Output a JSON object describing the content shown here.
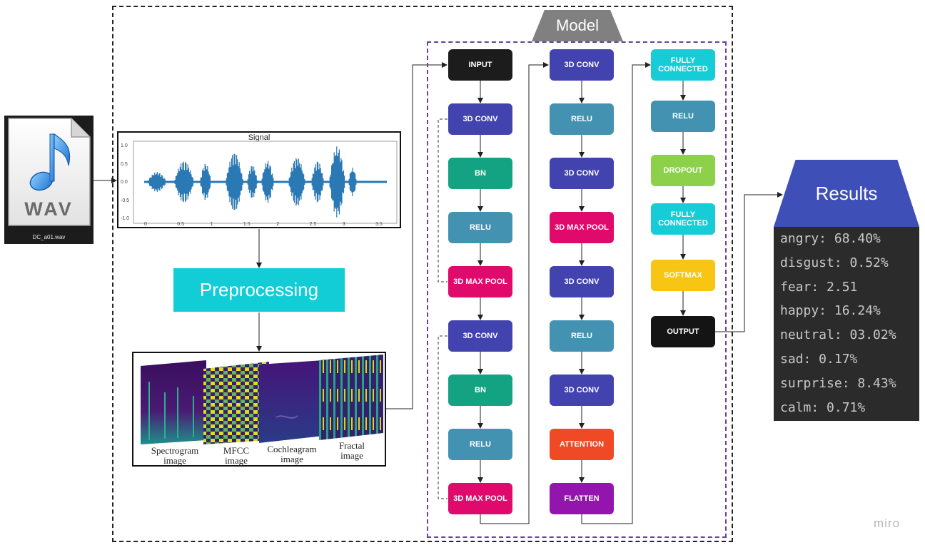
{
  "colors": {
    "conv": "#4343b0",
    "bn": "#14a382",
    "relu": "#4492b2",
    "maxpool": "#df0a6c",
    "input": "#1c1c1c",
    "fc": "#16ccd6",
    "dropout": "#8dd14a",
    "softmax": "#f8c515",
    "attention": "#ef4a25",
    "flatten": "#9414ae",
    "output": "#141414",
    "preprocessing": "#13cdd6",
    "results": "#3f4fb8"
  },
  "file": {
    "format": "WAV",
    "name": "DC_a01.wav",
    "icon": "music-note-icon"
  },
  "signal_plot": {
    "title": "Signal",
    "yticks": [
      "1.0",
      "0.5",
      "0.0",
      "-0.5",
      "-1.0"
    ],
    "xticks": [
      "0",
      "0.5",
      "1",
      "1.5",
      "2",
      "2.5",
      "3",
      "3.5"
    ]
  },
  "preprocessing": {
    "label": "Preprocessing"
  },
  "feature_images": [
    {
      "caption_line1": "Spectrogram",
      "caption_line2": "image"
    },
    {
      "caption_line1": "MFCC",
      "caption_line2": "image"
    },
    {
      "caption_line1": "Cochleagram",
      "caption_line2": "image"
    },
    {
      "caption_line1": "Fractal",
      "caption_line2": "image"
    }
  ],
  "model": {
    "title": "Model",
    "column1": [
      {
        "label": "INPUT",
        "kind": "input"
      },
      {
        "label": "3D CONV",
        "kind": "conv"
      },
      {
        "label": "BN",
        "kind": "bn"
      },
      {
        "label": "RELU",
        "kind": "relu"
      },
      {
        "label": "3D MAX POOL",
        "kind": "maxpool"
      },
      {
        "label": "3D CONV",
        "kind": "conv"
      },
      {
        "label": "BN",
        "kind": "bn"
      },
      {
        "label": "RELU",
        "kind": "relu"
      },
      {
        "label": "3D MAX POOL",
        "kind": "maxpool"
      }
    ],
    "column2": [
      {
        "label": "3D CONV",
        "kind": "conv"
      },
      {
        "label": "RELU",
        "kind": "relu"
      },
      {
        "label": "3D CONV",
        "kind": "conv"
      },
      {
        "label": "3D MAX POOL",
        "kind": "maxpool"
      },
      {
        "label": "3D CONV",
        "kind": "conv"
      },
      {
        "label": "RELU",
        "kind": "relu"
      },
      {
        "label": "3D CONV",
        "kind": "conv"
      },
      {
        "label": "ATTENTION",
        "kind": "attention"
      },
      {
        "label": "FLATTEN",
        "kind": "flatten"
      }
    ],
    "column3": [
      {
        "label": "FULLY CONNECTED",
        "kind": "fc"
      },
      {
        "label": "RELU",
        "kind": "relu"
      },
      {
        "label": "DROPOUT",
        "kind": "dropout"
      },
      {
        "label": "FULLY CONNECTED",
        "kind": "fc"
      },
      {
        "label": "SOFTMAX",
        "kind": "softmax"
      },
      {
        "label": "OUTPUT",
        "kind": "output"
      }
    ]
  },
  "results": {
    "title": "Results",
    "lines": [
      "angry: 68.40%",
      "disgust: 0.52%",
      "fear: 2.51",
      "happy: 16.24%",
      "neutral: 03.02%",
      "sad: 0.17%",
      "surprise: 8.43%",
      "calm: 0.71%"
    ]
  },
  "watermark": "miro"
}
